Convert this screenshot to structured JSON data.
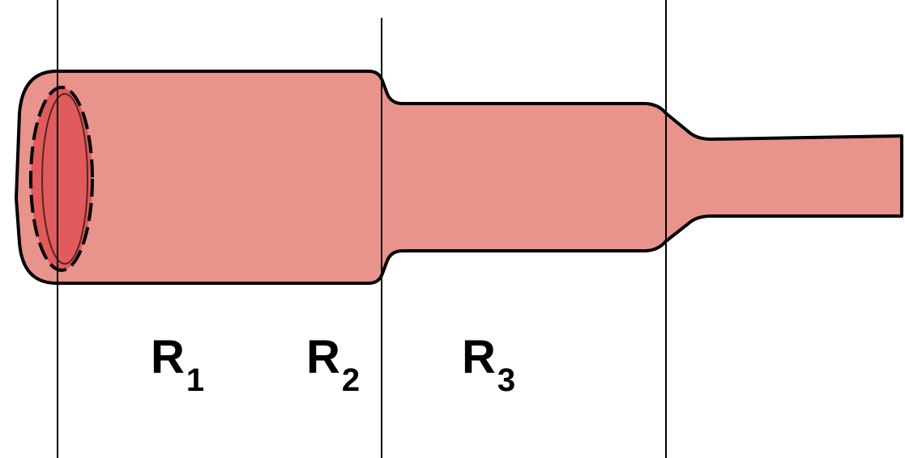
{
  "colors": {
    "tube_fill": "#E8938C",
    "tube_opening": "#E05B5B",
    "outline": "#000000",
    "divider": "#000000",
    "background": "#ffffff"
  },
  "labels": [
    {
      "id": "r1",
      "main": "R",
      "sub": "1"
    },
    {
      "id": "r2",
      "main": "R",
      "sub": "2"
    },
    {
      "id": "r3",
      "main": "R",
      "sub": "3"
    }
  ]
}
